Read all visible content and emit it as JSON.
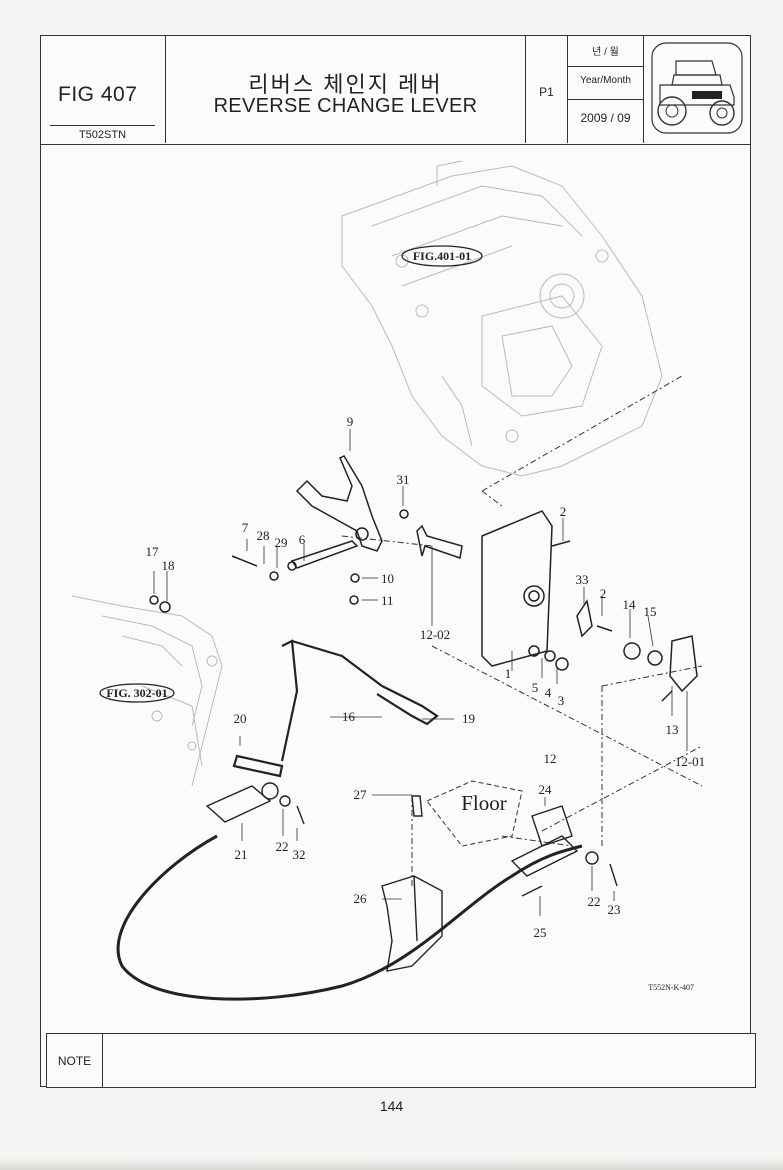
{
  "header": {
    "fig_number": "FIG 407",
    "model": "T502STN",
    "title_korean": "리버스 체인지 레버",
    "title_english": "REVERSE CHANGE LEVER",
    "page": "P1",
    "date_label_korean": "년 / 월",
    "date_label_english": "Year/Month",
    "date_value": "2009 / 09"
  },
  "diagram": {
    "references": [
      "FIG.401-01",
      "FIG. 302-01"
    ],
    "floor_label": "Floor",
    "drawing_code": "T552N-K-407",
    "part_labels": {
      "p1": "1",
      "p2a": "2",
      "p2b": "2",
      "p3": "3",
      "p4": "4",
      "p5": "5",
      "p6": "6",
      "p7": "7",
      "p9": "9",
      "p10": "10",
      "p11": "11",
      "p12": "12",
      "p12_01": "12-01",
      "p12_02": "12-02",
      "p13": "13",
      "p14": "14",
      "p15": "15",
      "p16": "16",
      "p17": "17",
      "p18": "18",
      "p19": "19",
      "p20": "20",
      "p21": "21",
      "p22a": "22",
      "p22b": "22",
      "p23": "23",
      "p24": "24",
      "p25": "25",
      "p26": "26",
      "p27": "27",
      "p28": "28",
      "p29": "29",
      "p31": "31",
      "p32": "32",
      "p33": "33"
    }
  },
  "note": {
    "label": "NOTE"
  },
  "footer": {
    "page_number": "144"
  }
}
